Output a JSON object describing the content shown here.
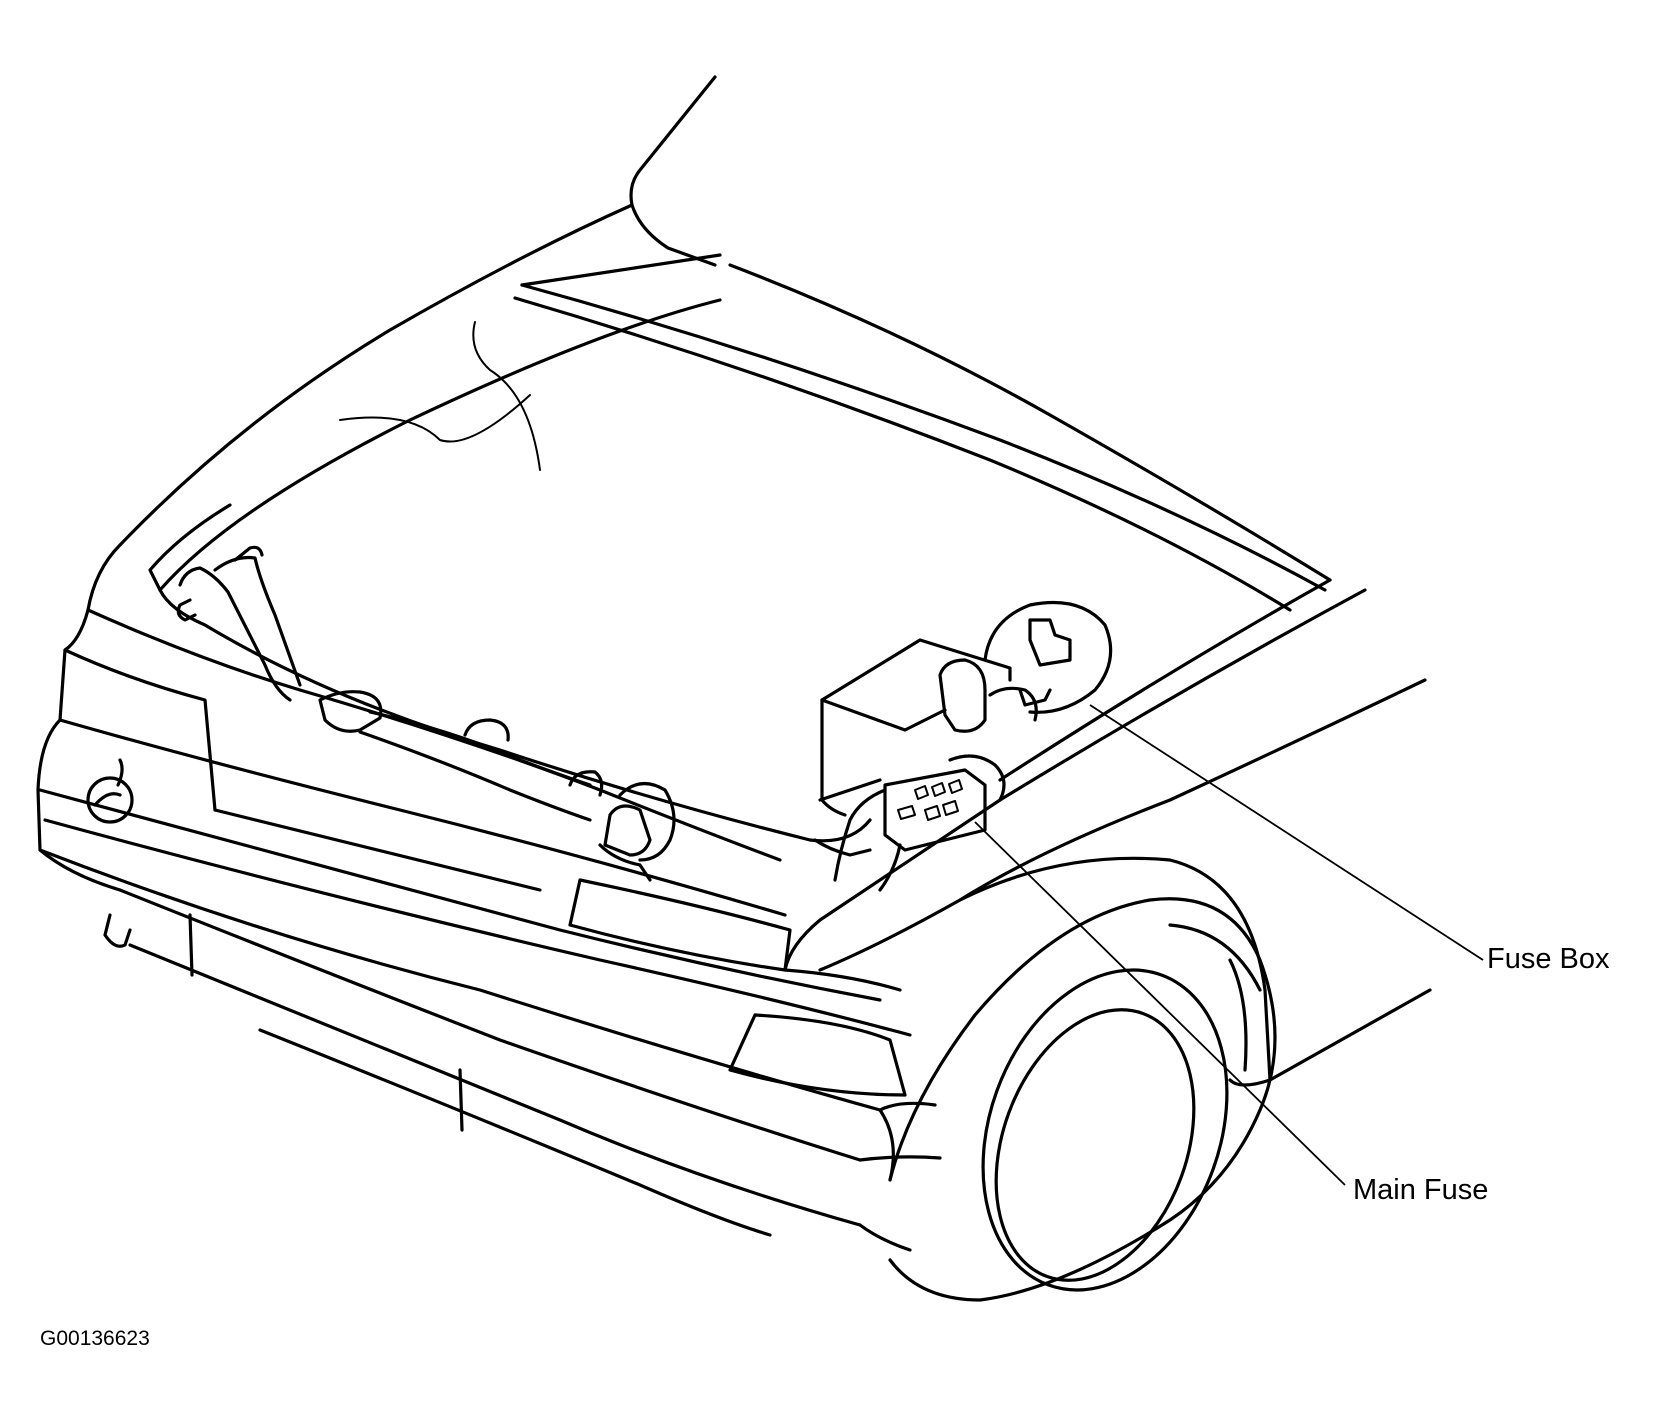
{
  "labels": {
    "fuse_box": "Fuse Box",
    "main_fuse": "Main Fuse"
  },
  "figure_id": "G00136623"
}
